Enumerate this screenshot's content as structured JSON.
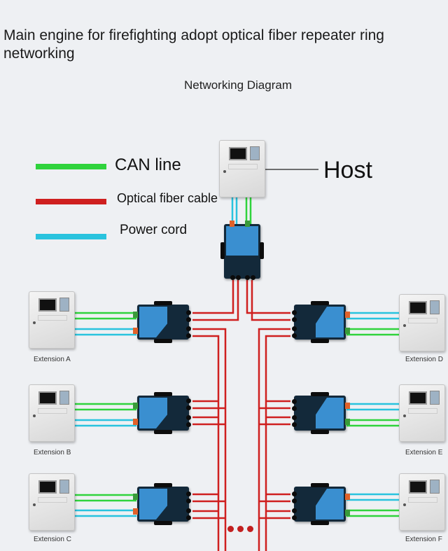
{
  "title": "Main engine for firefighting adopt optical fiber repeater ring networking",
  "subtitle": "Networking Diagram",
  "legend": [
    {
      "label": "CAN line",
      "color": "#2fd33c"
    },
    {
      "label": "Optical fiber cable",
      "color": "#cf1f1f"
    },
    {
      "label": "Power cord",
      "color": "#29c3de"
    }
  ],
  "host": {
    "label": "Host"
  },
  "extensions": [
    {
      "label": "Extension A",
      "side": "left"
    },
    {
      "label": "Extension B",
      "side": "left"
    },
    {
      "label": "Extension C",
      "side": "left"
    },
    {
      "label": "Extension D",
      "side": "right"
    },
    {
      "label": "Extension E",
      "side": "right"
    },
    {
      "label": "Extension F",
      "side": "right"
    }
  ],
  "continuation": "more-repeaters-ellipsis"
}
